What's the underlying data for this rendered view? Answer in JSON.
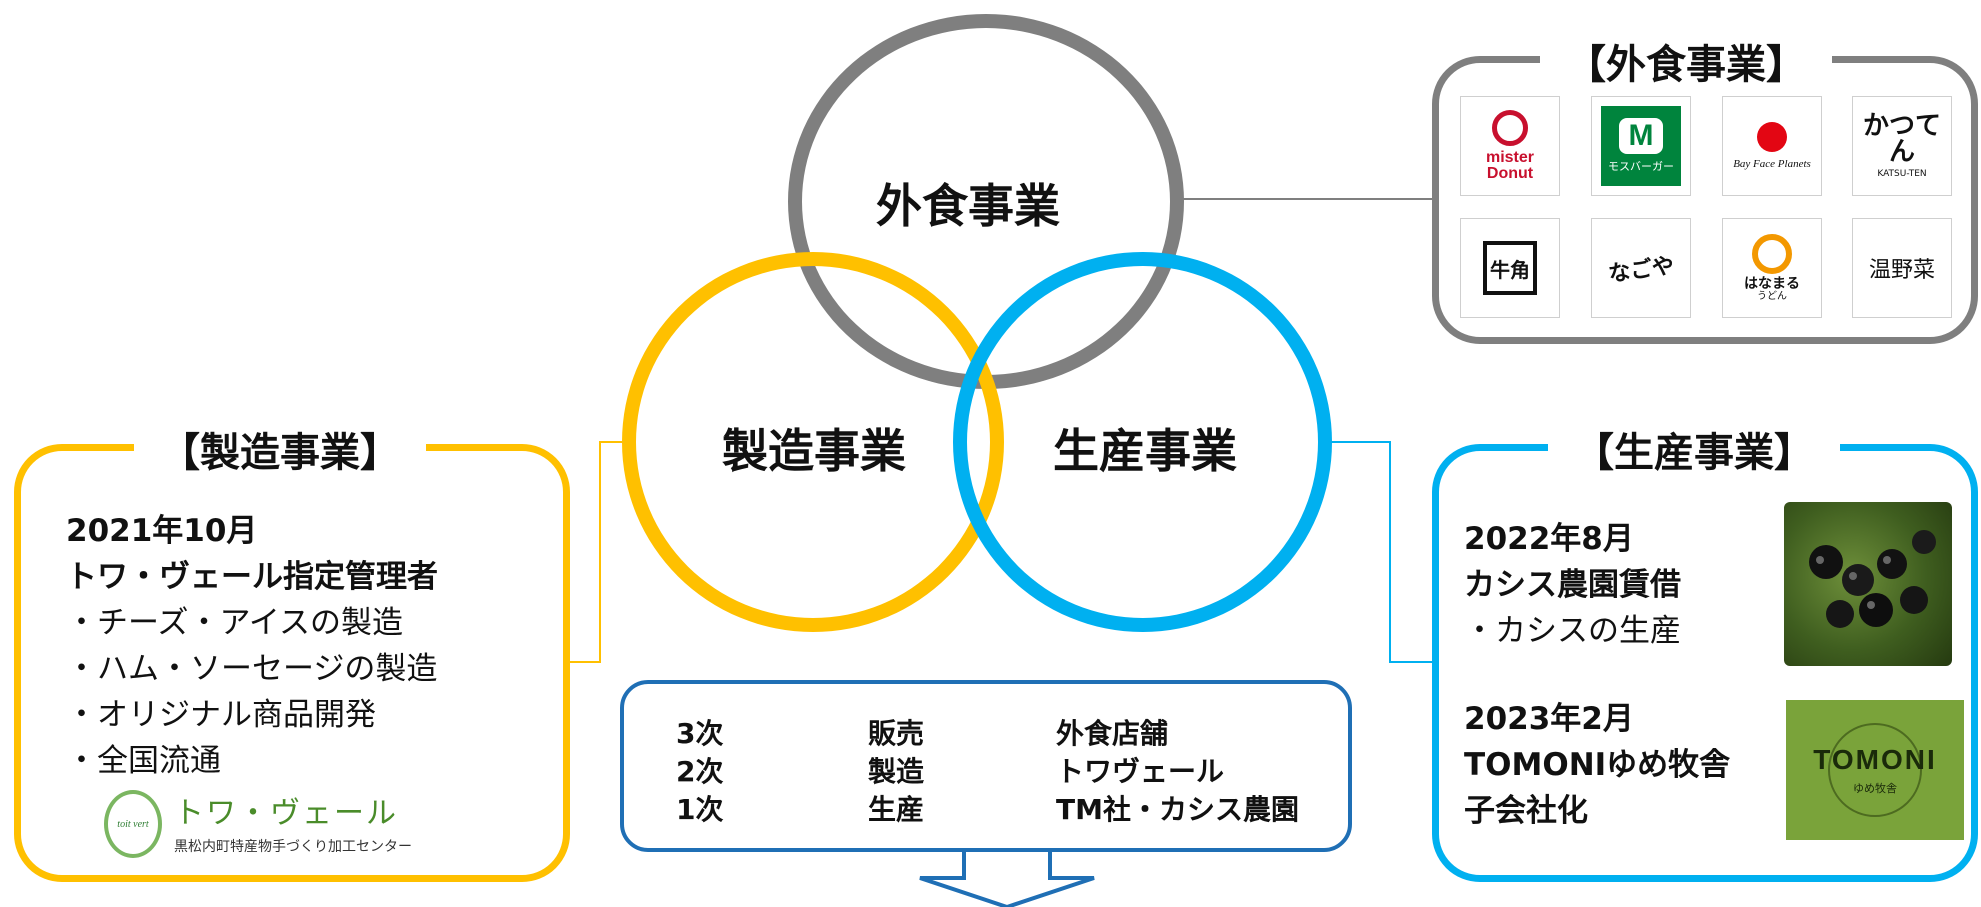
{
  "circles": {
    "gaishoku": "外食事業",
    "seizou": "製造事業",
    "seisan": "生産事業"
  },
  "gaishoku_box": {
    "title": "【外食事業】",
    "logos": [
      {
        "text": "mister Donut"
      },
      {
        "text": "モスバーガー"
      },
      {
        "text": "Bay Face Planets"
      },
      {
        "text": "かつてん",
        "sub": "KATSU-TEN"
      },
      {
        "text": "牛角"
      },
      {
        "text": "なごや"
      },
      {
        "text": "はなまる",
        "sub": "うどん"
      },
      {
        "text": "温野菜"
      }
    ]
  },
  "seizou_box": {
    "title": "【製造事業】",
    "date": "2021年10月",
    "headline": "トワ・ヴェール指定管理者",
    "items": [
      "・チーズ・アイスの製造",
      "・ハム・ソーセージの製造",
      "・オリジナル商品開発",
      "・全国流通"
    ],
    "logo_name": "トワ・ヴェール",
    "logo_badge": "toit vert",
    "logo_sub": "黒松内町特産物手づくり加工センター"
  },
  "seisan_box": {
    "title": "【生産事業】",
    "entry1": {
      "date": "2022年8月",
      "headline": "カシス農園賃借",
      "item": "・カシスの生産"
    },
    "entry2": {
      "date": "2023年2月",
      "line1": "TOMONIゆめ牧舎",
      "line2": "子会社化",
      "logo_text": "TOMONI",
      "logo_sub": "ゆめ牧舎"
    }
  },
  "industry_table": {
    "rows": [
      {
        "level": "3次",
        "activity": "販売",
        "entity": "外食店舗"
      },
      {
        "level": "2次",
        "activity": "製造",
        "entity": "トワヴェール"
      },
      {
        "level": "1次",
        "activity": "生産",
        "entity": "TM社・カシス農園"
      }
    ]
  },
  "colors": {
    "gaishoku": "#7f7f7f",
    "seizou": "#ffc000",
    "seisan": "#00b0f0",
    "table_border": "#1f6fb5"
  }
}
